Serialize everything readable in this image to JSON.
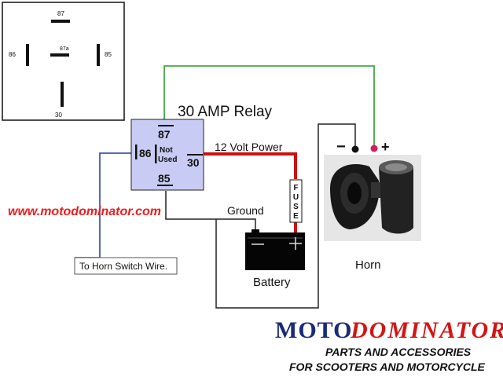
{
  "pinout": {
    "pin_87": "87",
    "pin_87a": "87a",
    "pin_86": "86",
    "pin_85": "85",
    "pin_30": "30"
  },
  "relay": {
    "title": "30 AMP Relay",
    "pin_87": "87",
    "pin_86": "86",
    "not_used_line1": "Not",
    "not_used_line2": "Used",
    "pin_30": "30",
    "pin_85": "85",
    "body_color": "#c8ccf4"
  },
  "labels": {
    "twelve_volt_power": "12 Volt Power",
    "ground": "Ground",
    "battery": "Battery",
    "horn": "Horn",
    "fuse": [
      "F",
      "U",
      "S",
      "E"
    ],
    "horn_switch_wire": "To Horn Switch Wire.",
    "website": "www.motodominator.com",
    "horn_minus": "−",
    "horn_plus": "+"
  },
  "wire_colors": {
    "power": "#cc1111",
    "switch": "#1e3a9a",
    "trigger": "#44aa44",
    "ground": "#222222"
  },
  "brand": {
    "moto": "MOTO",
    "dominator": "DOMINATOR",
    "line1": "PARTS AND ACCESSORIES",
    "line2": "FOR SCOOTERS AND  MOTORCYCLE"
  }
}
